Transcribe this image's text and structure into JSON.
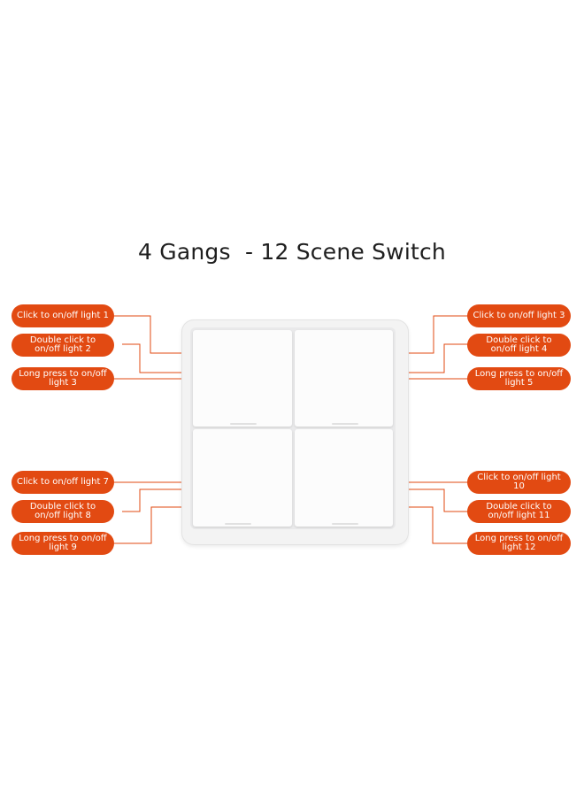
{
  "title": "4 Gangs  - 12 Scene Switch",
  "colors": {
    "label_bg": "#e24a12",
    "label_text": "#ffffff",
    "leader_line": "#e24a12"
  },
  "labels": {
    "l1": "Click to on/off light 1",
    "l2": "Double click to on/off light 2",
    "l3": "Long press to on/off light 3",
    "r1": "Click to on/off light 3",
    "r2": "Double click to on/off light 4",
    "r3": "Long press to on/off light 5",
    "l4": "Click to on/off light 7",
    "l5": "Double click to on/off light 8",
    "l6": "Long press to on/off light 9",
    "r4": "Click to on/off light 10",
    "r5": "Double click to on/off light 11",
    "r6": "Long press to on/off light 12"
  }
}
